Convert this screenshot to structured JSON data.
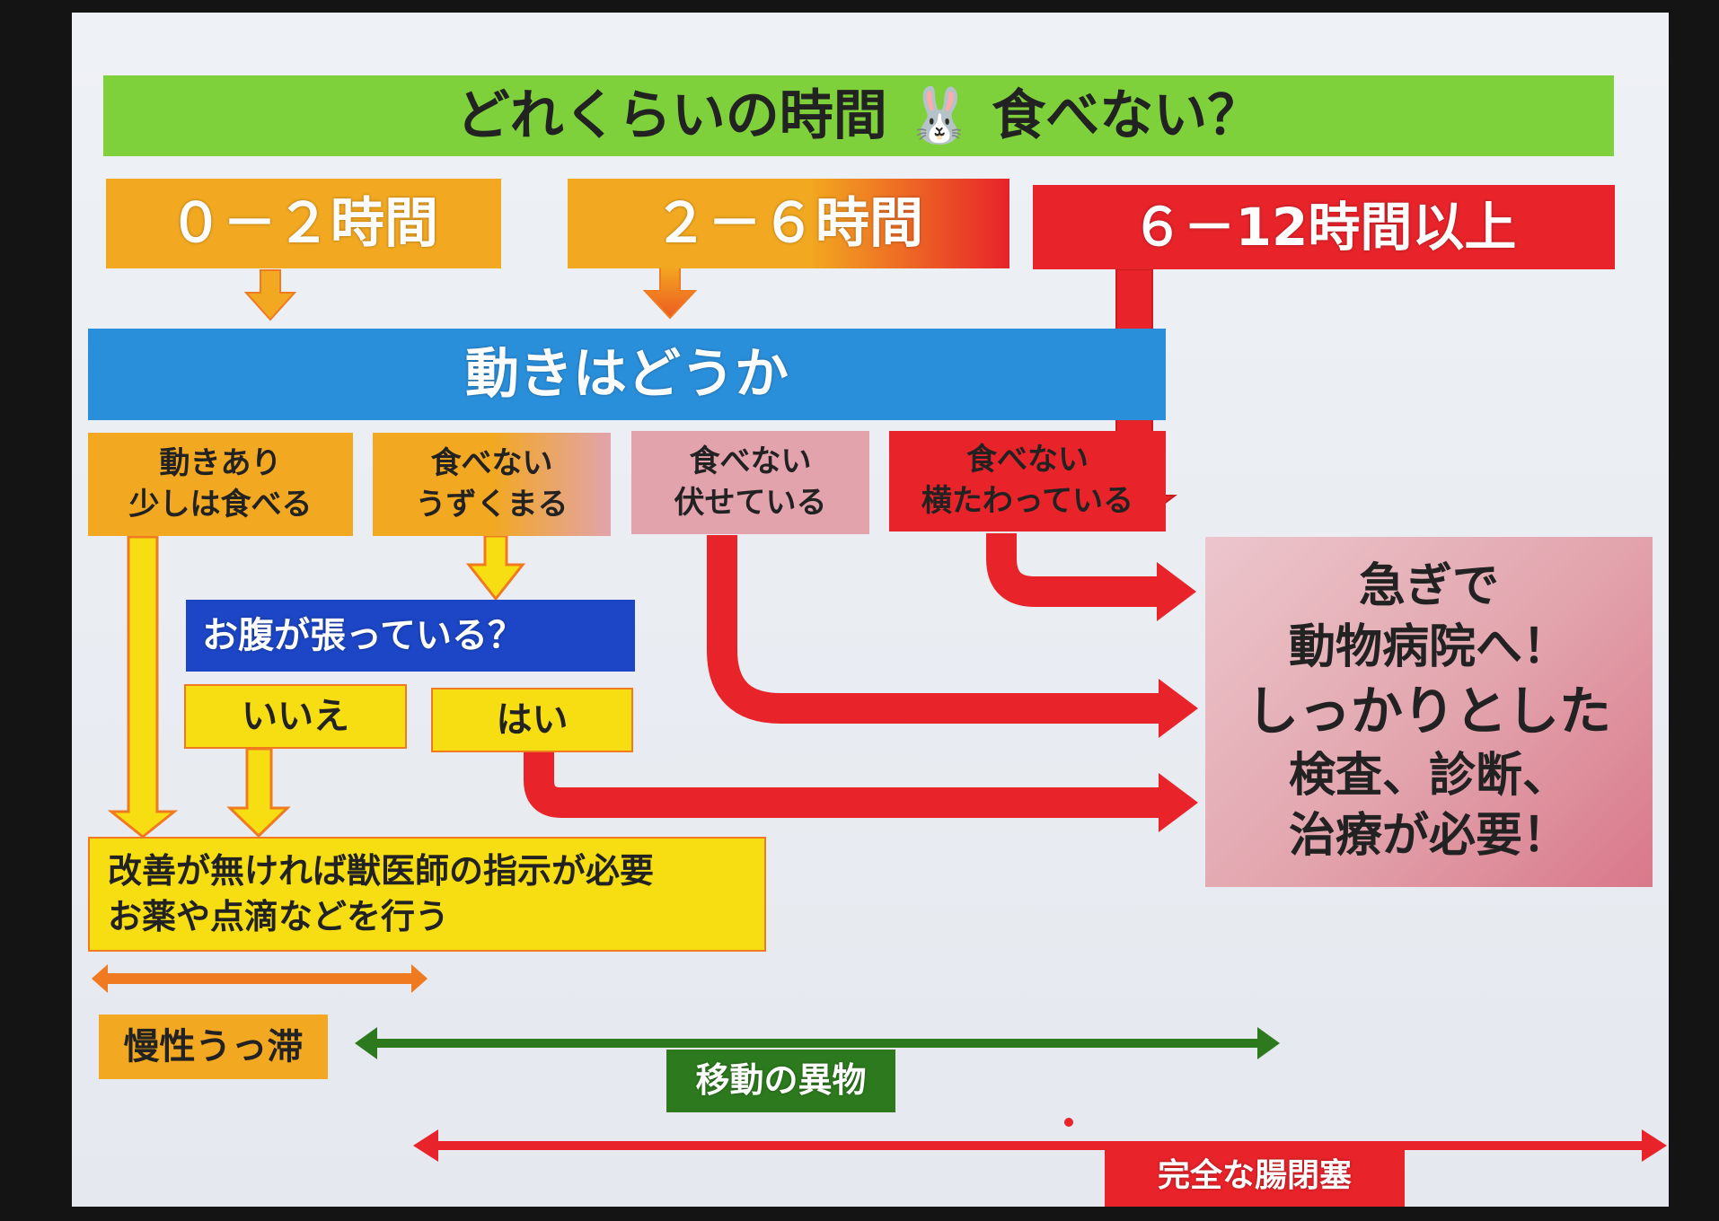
{
  "title": "どれくらいの時間 🐰 食べない？",
  "time_ranges": [
    "０－２時間",
    "２－６時間",
    "６－12時間以上"
  ],
  "movement_header": "動きはどうか",
  "states": [
    [
      "動きあり",
      "少しは食べる"
    ],
    [
      "食べない",
      "うずくまる"
    ],
    [
      "食べない",
      "伏せている"
    ],
    [
      "食べない",
      "横たわっている"
    ]
  ],
  "bloating_question": "お腹が張っている？",
  "answers": {
    "no": "いいえ",
    "yes": "はい"
  },
  "mild_result": [
    "改善が無ければ獣医師の指示が必要",
    "お薬や点滴などを行う"
  ],
  "urgent_result": [
    "急ぎで",
    "動物病院へ！",
    "しっかりとした",
    "検査、診断、",
    "治療が必要！"
  ],
  "conditions": {
    "chronic": "慢性うっ滞",
    "moving_foreign": "移動の異物",
    "complete_obstruction": "完全な腸閉塞"
  },
  "colors": {
    "green": "#7fd13b",
    "orange": "#f2a820",
    "red": "#e8232a",
    "blue": "#2a8fdb",
    "navy": "#1c46c6",
    "yellow": "#f7de12",
    "pink": "#e2a3ac",
    "darkgreen": "#2d7a1e"
  }
}
